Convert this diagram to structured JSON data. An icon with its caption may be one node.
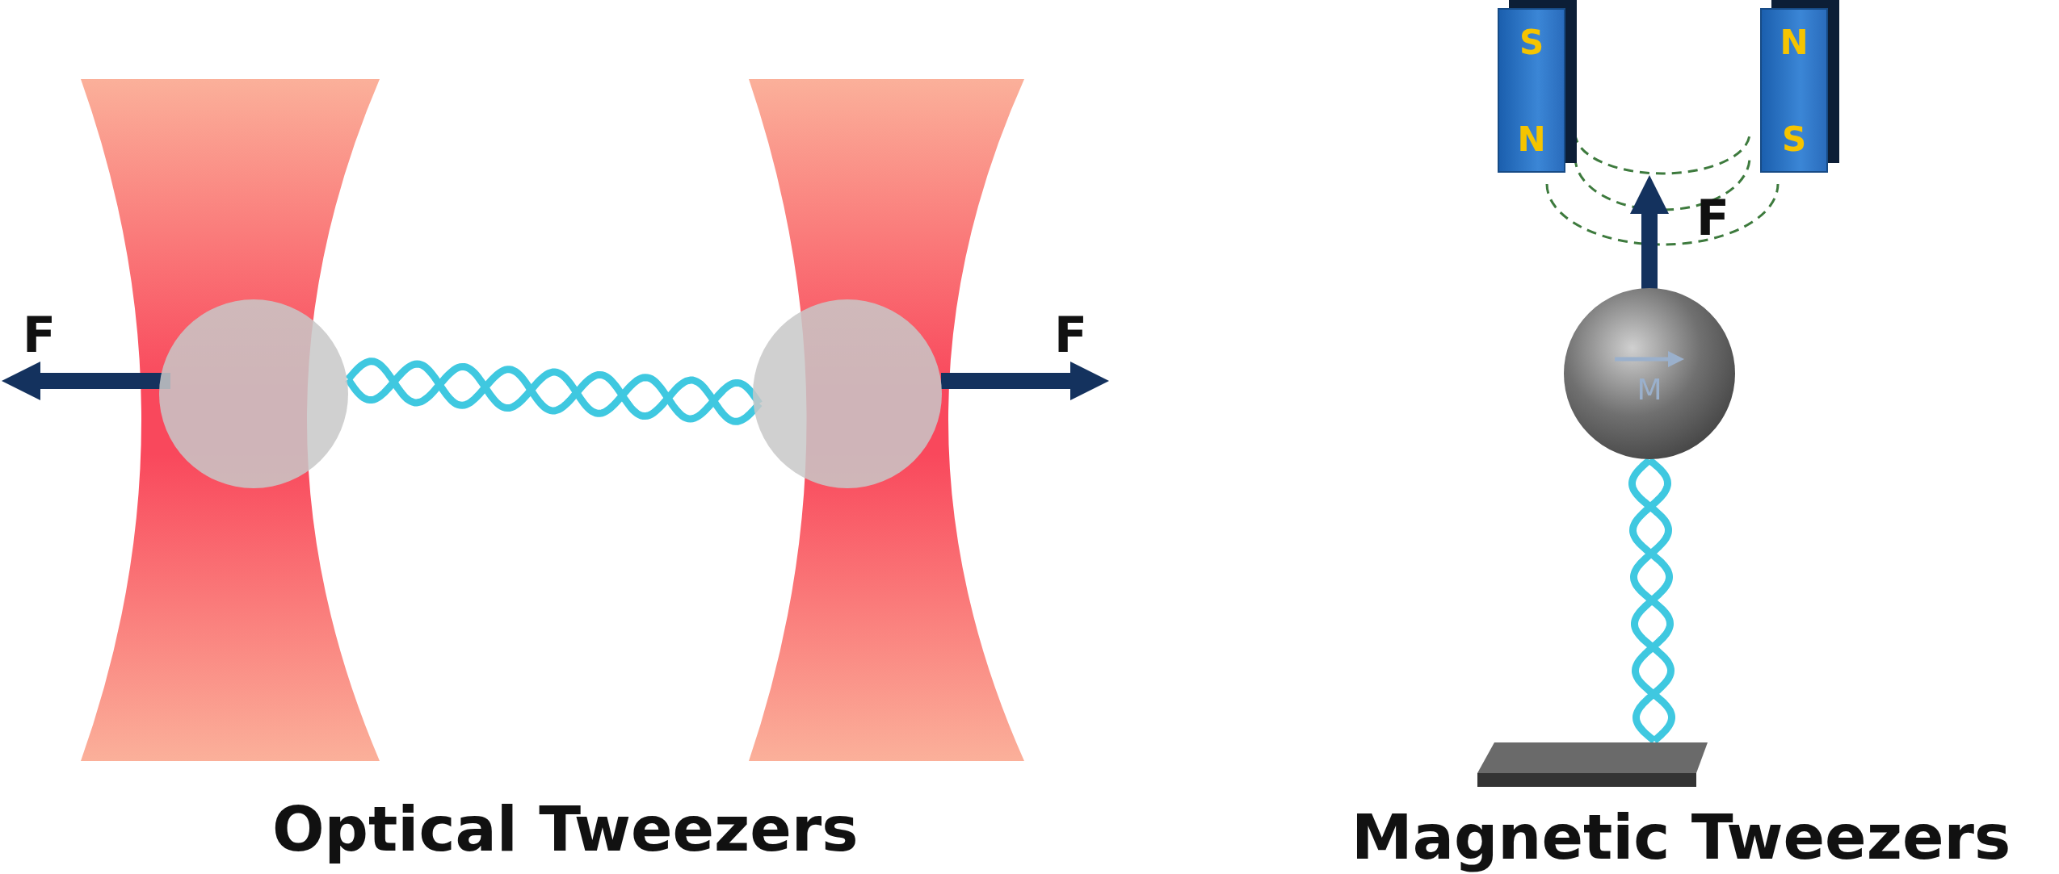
{
  "diagram": {
    "nodes": [
      {
        "text": [
          "S",
          "N"
        ]
      },
      {
        "text": [
          "N",
          "S"
        ]
      },
      {
        "text": [],
        "shape": "circle"
      },
      {
        "text": [],
        "shape": "circle"
      },
      {
        "text": [
          "M"
        ]
      }
    ],
    "labels": [
      "F",
      "F",
      "F",
      "Optical Tweezers",
      "Magnetic Tweezers"
    ]
  }
}
